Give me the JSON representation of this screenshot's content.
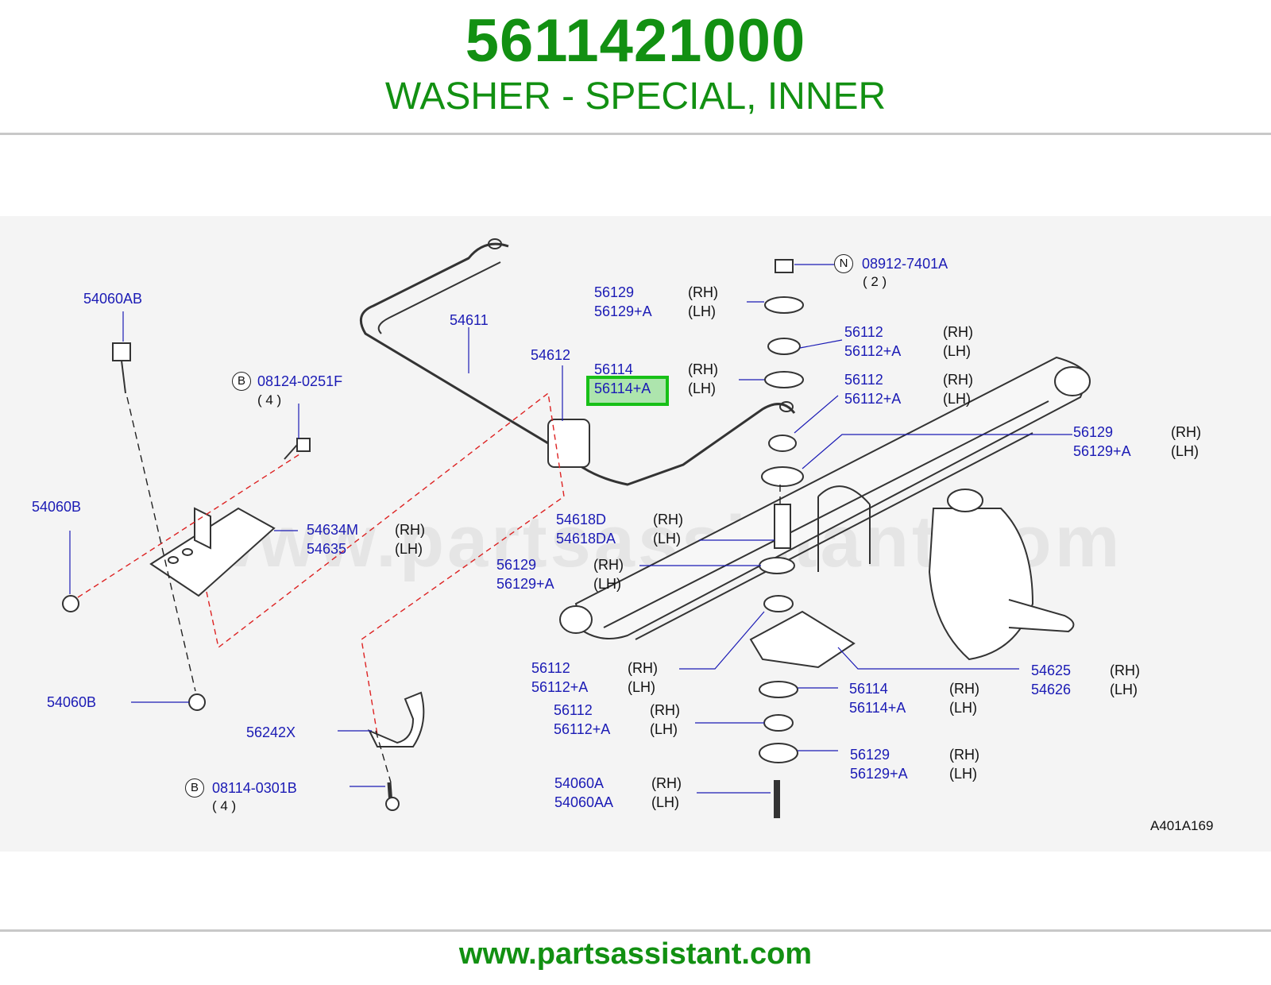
{
  "header": {
    "part_number": "5611421000",
    "part_name": "WASHER - SPECIAL, INNER"
  },
  "diagram": {
    "watermark": "www.partsassistant.com",
    "figure_code": "A401A169",
    "highlighted_part": "56114+A",
    "callouts": [
      {
        "code": "54060AB"
      },
      {
        "code": "08124-0251F",
        "prefix": "B",
        "qty": "( 4 )"
      },
      {
        "code": "54611"
      },
      {
        "code": "54612"
      },
      {
        "code": "08912-7401A",
        "prefix": "N",
        "qty": "( 2 )"
      },
      {
        "codes": [
          "56129",
          "56129+A"
        ],
        "sides": [
          "(RH)",
          "(LH)"
        ]
      },
      {
        "codes": [
          "56112",
          "56112+A"
        ],
        "sides": [
          "(RH)",
          "(LH)"
        ]
      },
      {
        "codes": [
          "56114",
          "56114+A"
        ],
        "sides": [
          "(RH)",
          "(LH)"
        ]
      },
      {
        "codes": [
          "56112",
          "56112+A"
        ],
        "sides": [
          "(RH)",
          "(LH)"
        ]
      },
      {
        "codes": [
          "56129",
          "56129+A"
        ],
        "sides": [
          "(RH)",
          "(LH)"
        ]
      },
      {
        "code": "54060B"
      },
      {
        "codes": [
          "54634M",
          "54635"
        ],
        "sides": [
          "(RH)",
          "(LH)"
        ]
      },
      {
        "codes": [
          "54618D",
          "54618DA"
        ],
        "sides": [
          "(RH)",
          "(LH)"
        ]
      },
      {
        "codes": [
          "56129",
          "56129+A"
        ],
        "sides": [
          "(RH)",
          "(LH)"
        ]
      },
      {
        "codes": [
          "56112",
          "56112+A"
        ],
        "sides": [
          "(RH)",
          "(LH)"
        ]
      },
      {
        "codes": [
          "54625",
          "54626"
        ],
        "sides": [
          "(RH)",
          "(LH)"
        ]
      },
      {
        "codes": [
          "56114",
          "56114+A"
        ],
        "sides": [
          "(RH)",
          "(LH)"
        ]
      },
      {
        "code": "54060B"
      },
      {
        "codes": [
          "56112",
          "56112+A"
        ],
        "sides": [
          "(RH)",
          "(LH)"
        ]
      },
      {
        "code": "56242X"
      },
      {
        "codes": [
          "56129",
          "56129+A"
        ],
        "sides": [
          "(RH)",
          "(LH)"
        ]
      },
      {
        "code": "08114-0301B",
        "prefix": "B",
        "qty": "( 4 )"
      },
      {
        "codes": [
          "54060A",
          "54060AA"
        ],
        "sides": [
          "(RH)",
          "(LH)"
        ]
      }
    ]
  },
  "footer": {
    "url": "www.partsassistant.com"
  }
}
